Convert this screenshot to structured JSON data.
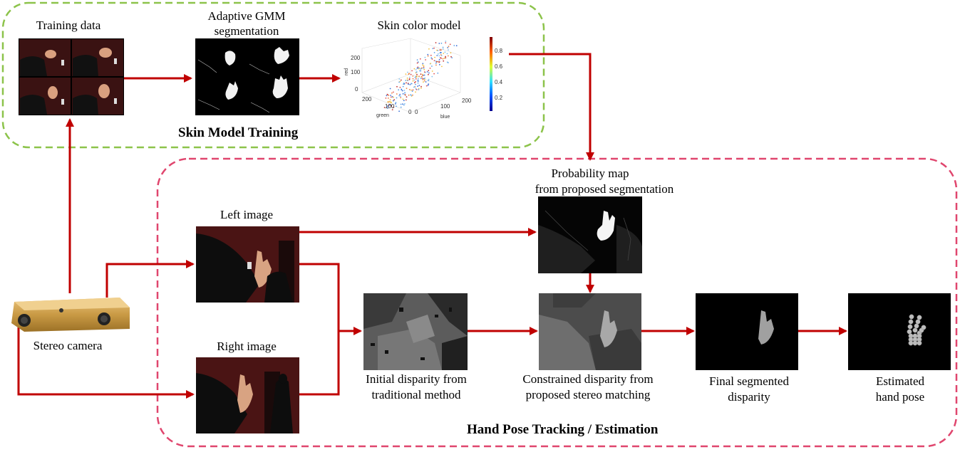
{
  "sections": {
    "training_title": "Skin Model Training",
    "tracking_title": "Hand Pose Tracking / Estimation"
  },
  "captions": {
    "training_data": "Training data",
    "gmm_line1": "Adaptive GMM",
    "gmm_line2": "segmentation",
    "skin_model": "Skin color model",
    "prob_line1": "Probability map",
    "prob_line2": "from proposed segmentation",
    "left_image": "Left image",
    "right_image": "Right image",
    "stereo_camera": "Stereo camera",
    "initial_line1": "Initial disparity from",
    "initial_line2": "traditional method",
    "constrained_line1": "Constrained disparity from",
    "constrained_line2": "proposed stereo matching",
    "final_line1": "Final segmented",
    "final_line2": "disparity",
    "pose_line1": "Estimated",
    "pose_line2": "hand pose"
  },
  "plot": {
    "z_label": "red",
    "x_label": "green",
    "y_label": "blue",
    "z_ticks": [
      "200",
      "100",
      "0"
    ],
    "green_ticks": [
      "200",
      "100",
      "0"
    ],
    "blue_ticks": [
      "0",
      "100",
      "200"
    ],
    "colorbar_ticks": [
      "0.8",
      "0.6",
      "0.4",
      "0.2"
    ]
  },
  "colors": {
    "arrow": "#c00000",
    "training_border": "#8cc34a",
    "tracking_border": "#e0466e"
  }
}
